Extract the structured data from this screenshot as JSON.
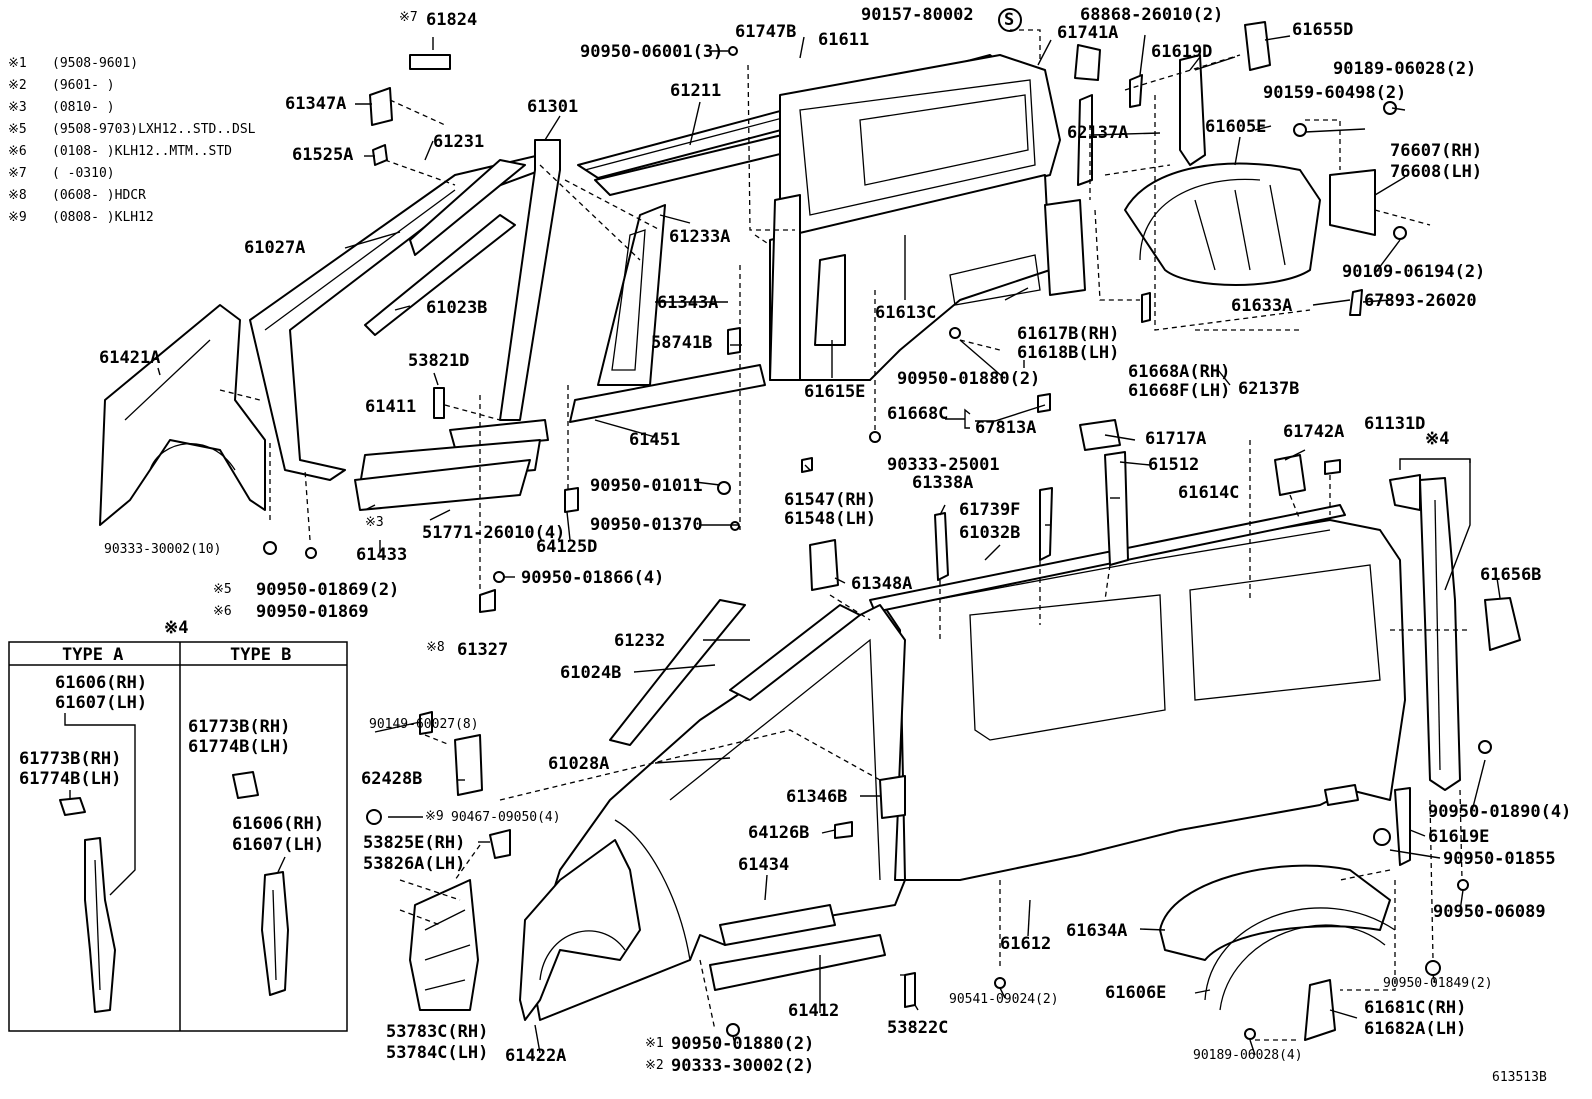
{
  "notes": [
    {
      "mark": "※1",
      "text": "(9508-9601)"
    },
    {
      "mark": "※2",
      "text": "(9601-     )"
    },
    {
      "mark": "※3",
      "text": "(0810-     )"
    },
    {
      "mark": "※5",
      "text": "(9508-9703)LXH12..STD..DSL"
    },
    {
      "mark": "※6",
      "text": "(0108-     )KLH12..MTM..STD"
    },
    {
      "mark": "※7",
      "text": "(      -0310)"
    },
    {
      "mark": "※8",
      "text": "(0608-     )HDCR"
    },
    {
      "mark": "※9",
      "text": "(0808-     )KLH12"
    }
  ],
  "parts": [
    "※7",
    "61824",
    "61347A",
    "61525A",
    "61231",
    "61301",
    "61211",
    "90950-06001(3)",
    "61747B",
    "61611",
    "90157-80002",
    "S",
    "68868-26010(2)",
    "61741A",
    "61619D",
    "61655D",
    "90189-06028(2)",
    "90159-60498(2)",
    "62137A",
    "61605E",
    "76607(RH)",
    "76608(LH)",
    "61027A",
    "61023B",
    "61233A",
    "61343A",
    "90109-06194(2)",
    "61633A",
    "67893-26020",
    "61421A",
    "53821D",
    "58741B",
    "61615E",
    "61613C",
    "61617B(RH)",
    "61618B(LH)",
    "61411",
    "61451",
    "90950-01880(2)",
    "61668A(RH)",
    "61668F(LH)",
    "62137B",
    "61668C",
    "67813A",
    "61717A",
    "61742A",
    "61131D",
    "※4",
    "90333-25001",
    "61512",
    "61614C",
    "90950-01011",
    "61547(RH)",
    "61548(LH)",
    "61338A",
    "61739F",
    "61032B",
    "51771-26010(4)",
    "※3",
    "64125D",
    "90950-01370",
    "61433",
    "90333-30002(10)",
    "90950-01866(4)",
    "61348A",
    "61656B",
    "※5",
    "90950-01869(2)",
    "※6",
    "90950-01869",
    "※8",
    "61327",
    "61232",
    "61024B",
    "90149-60027(8)",
    "61028A",
    "62428B",
    "61346B",
    "※9",
    "90467-09050(4)",
    "64126B",
    "90950-01890(4)",
    "61619E",
    "53825E(RH)",
    "53826A(LH)",
    "90950-01855",
    "61434",
    "61612",
    "61634A",
    "90950-06089",
    "90541-09024(2)",
    "61606E",
    "90950-01849(2)",
    "61681C(RH)",
    "61682A(LH)",
    "61412",
    "53822C",
    "53783C(RH)",
    "53784C(LH)",
    "61422A",
    "※1",
    "90950-01880(2)",
    "※2",
    "90333-30002(2)",
    "90189-06028(4)",
    "613513B"
  ],
  "type_box": {
    "title": "※4",
    "type_a": {
      "heading": "TYPE A",
      "parts": [
        "61606(RH)",
        "61607(LH)",
        "61773B(RH)",
        "61774B(LH)"
      ]
    },
    "type_b": {
      "heading": "TYPE B",
      "parts": [
        "61773B(RH)",
        "61774B(LH)",
        "61606(RH)",
        "61607(LH)"
      ]
    }
  }
}
